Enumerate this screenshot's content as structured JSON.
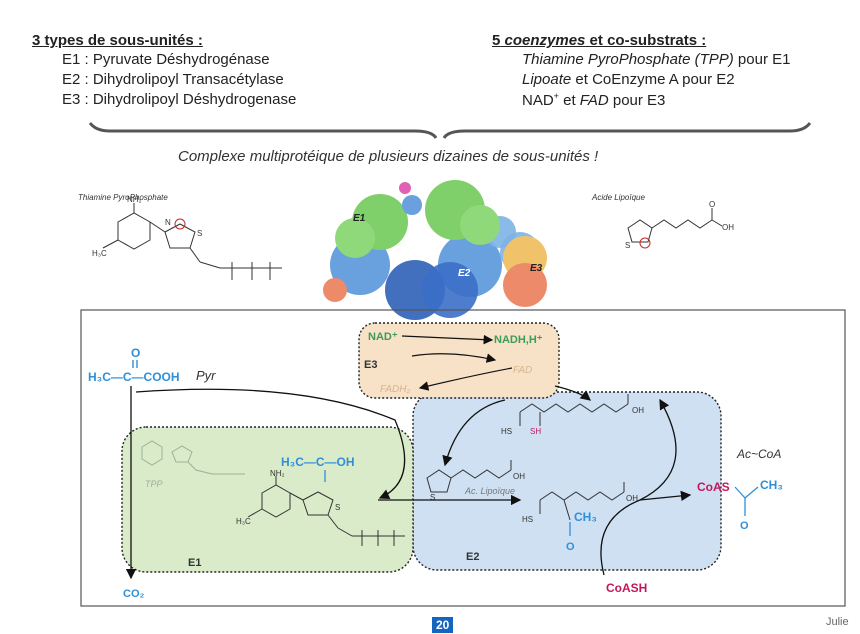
{
  "header": {
    "left_title": "3 types de sous-unités :",
    "left_lines": [
      "E1 : Pyruvate Déshydrogénase",
      "E2 : Dihydrolipoyl Transacétylase",
      "E3 : Dihydrolipoyl Déshydrogenase"
    ],
    "right_title_num": "5",
    "right_title_em": "coenzymes",
    "right_title_rest": " et co-substrats :",
    "right_lines": [
      {
        "em": "Thiamine PyroPhosphate (TPP)",
        "rest": " pour E1"
      },
      {
        "em": "Lipoate",
        "rest": " et CoEnzyme A pour E2"
      },
      {
        "pre": "NAD",
        "sup": "+",
        "mid": " et ",
        "em": "FAD",
        "rest": " pour E3"
      }
    ]
  },
  "subtitle": "Complexe multiprotéique de plusieurs dizaines de sous-unités !",
  "top_labels": {
    "tpp_caption": "Thiamine PyroPhosphate",
    "lipoic_caption": "Acide Lipoïque",
    "protein_e1": "E1",
    "protein_e2": "E2",
    "protein_e3": "E3"
  },
  "mechanism": {
    "pyr_formula": "H₃C—C—COOH",
    "pyr_o": "O",
    "pyr_label": "Pyr",
    "co2": "CO₂",
    "nad": "NAD⁺",
    "nadh": "NADH,H⁺",
    "fadh2": "FADH₂",
    "fad": "FAD",
    "e3": "E3",
    "e1": "E1",
    "e2": "E2",
    "tpp": "TPP",
    "ac_lipoique": "Ac. Lipoïque",
    "hydroxyethyl": "H₃C—C—OH",
    "acetyl_ch3": "CH₃",
    "acetyl_o": "O",
    "acoa_label": "Ac~CoA",
    "coas": "CoAS",
    "coas_ch3": "CH₃",
    "coas_o": "O",
    "coash": "CoASH",
    "hs": "HS",
    "sh": "SH",
    "s": "S",
    "oh": "OH",
    "o": "O",
    "nh2": "NH₂",
    "n": "N",
    "h3c": "H₃C"
  },
  "footer": {
    "page_number": "20",
    "author_fragment": "Julie"
  },
  "colors": {
    "blue": "#2f8fd8",
    "green": "#3d9b5a",
    "pink": "#c2185b",
    "e1_fill": "#d9ebc8",
    "e2_fill": "#cfe0f3",
    "e3_fill": "#f7e2c8"
  }
}
